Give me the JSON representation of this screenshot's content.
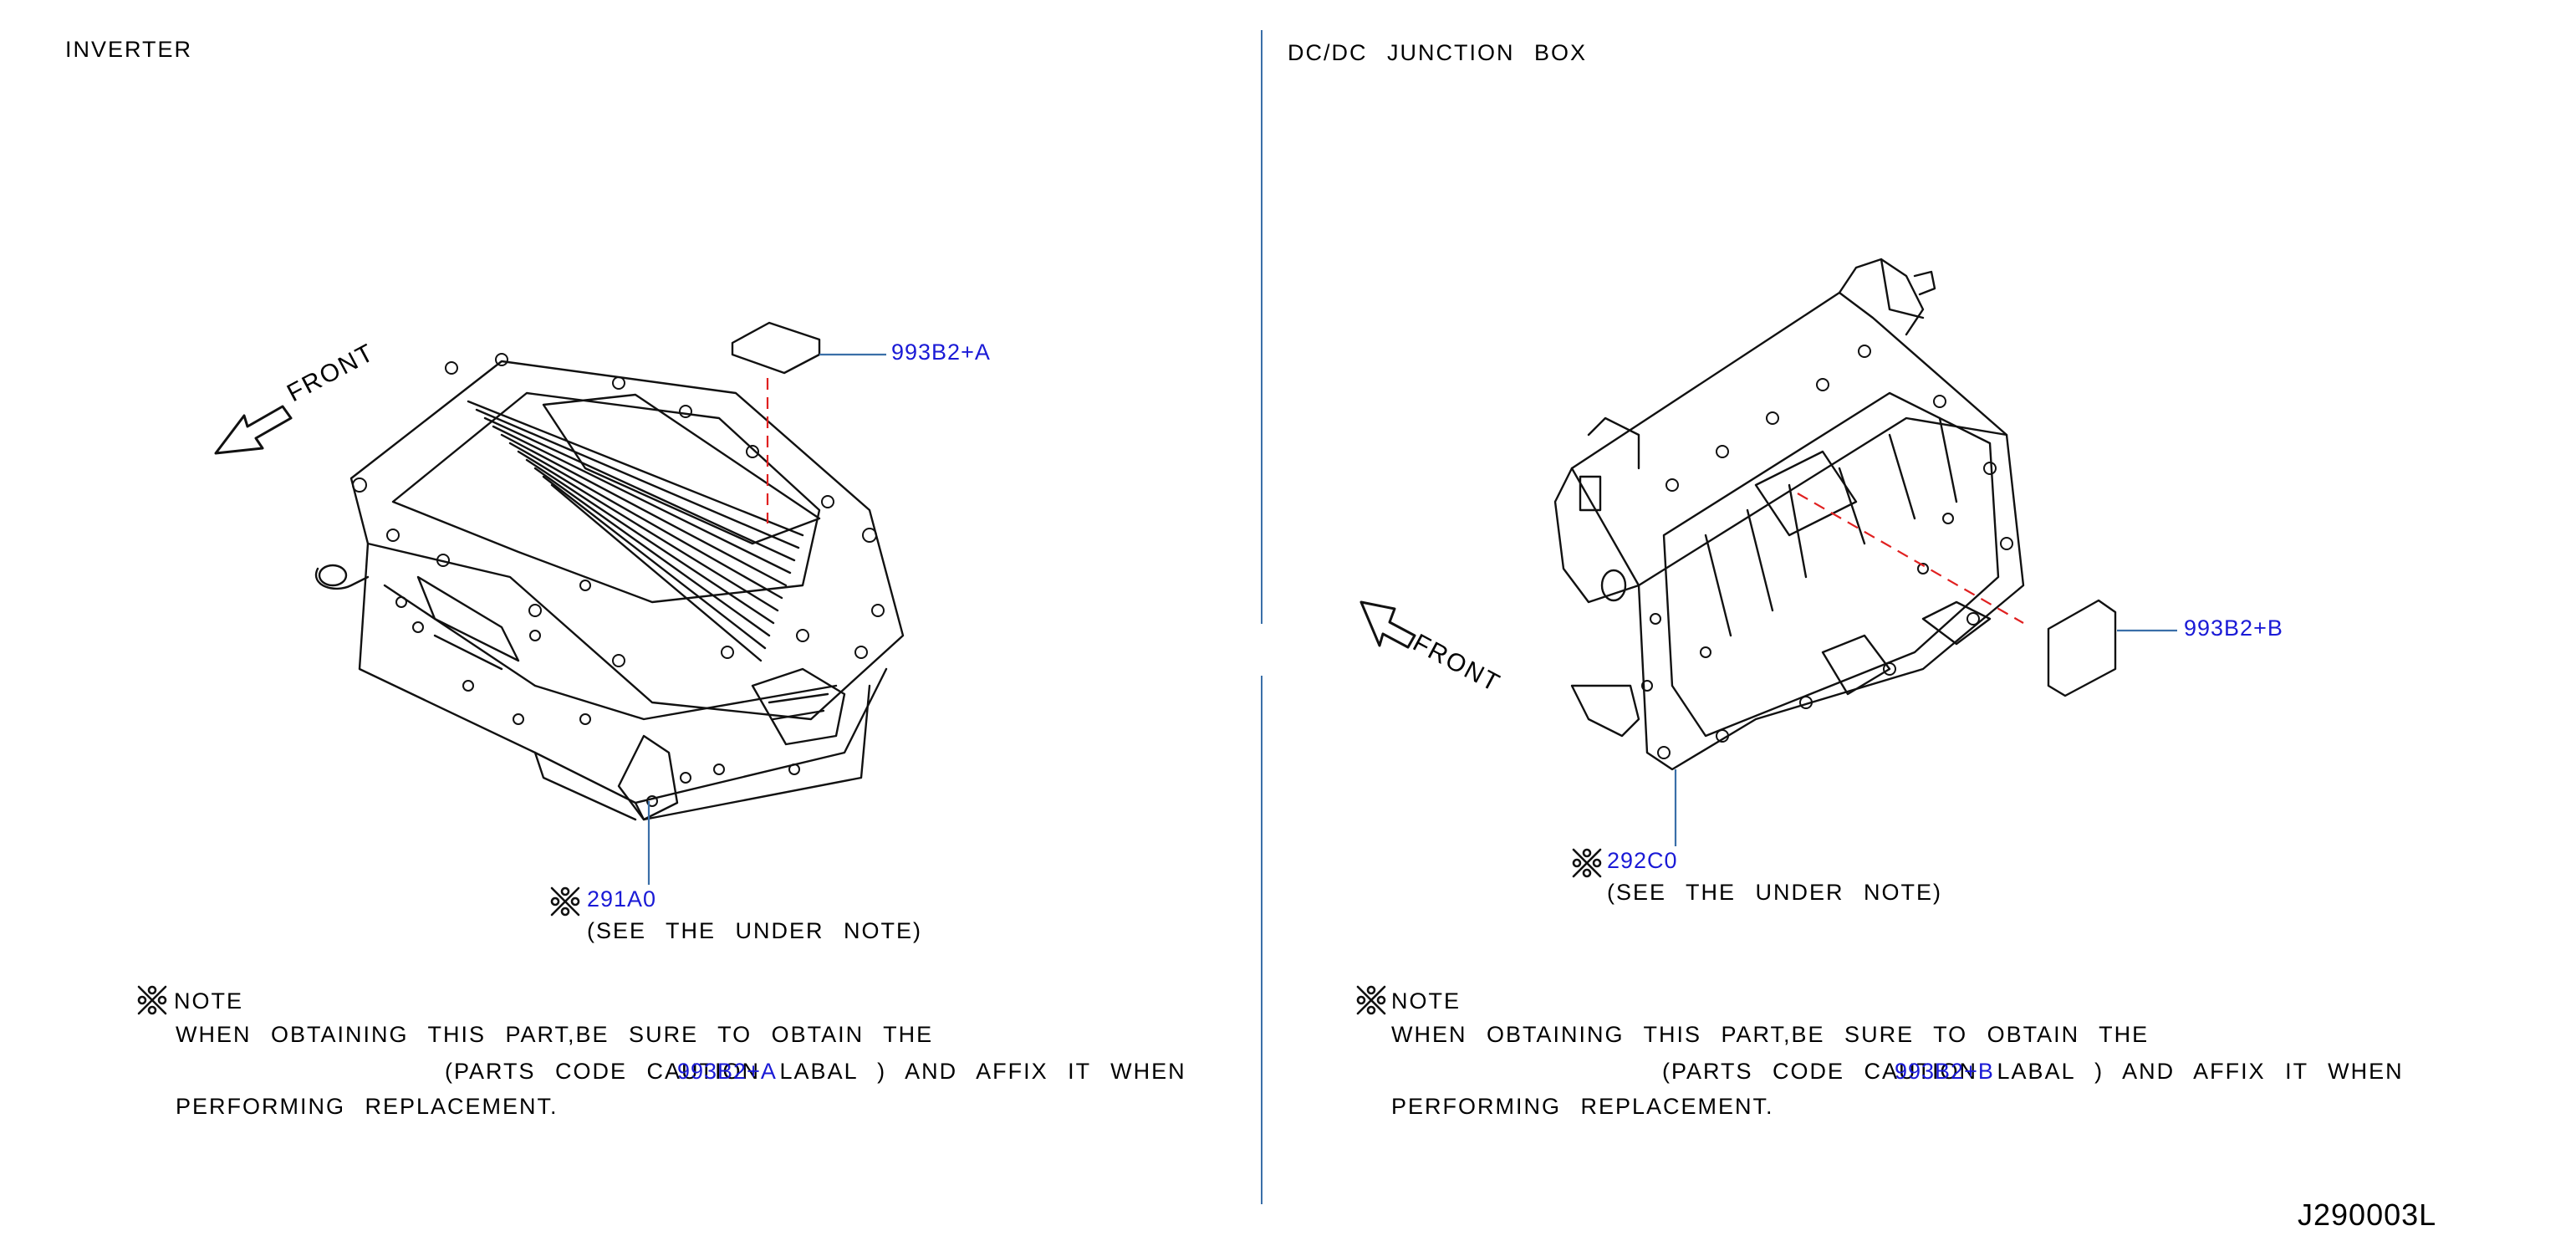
{
  "left": {
    "title": "INVERTER",
    "front_label": "FRONT",
    "label_part": "993B2+A",
    "main_part": "291A0",
    "see_note": "(SEE THE UNDER NOTE)",
    "note": {
      "heading": "NOTE",
      "line1": "WHEN OBTAINING THIS PART,BE SURE TO OBTAIN THE",
      "line2_pre": "(PARTS CODE CAUTION LABAL ) AND AFFIX IT WHEN",
      "line2_code": "993B2+A",
      "line3": "PERFORMING REPLACEMENT."
    }
  },
  "right": {
    "title": "DC/DC JUNCTION BOX",
    "front_label": "FRONT",
    "label_part": "993B2+B",
    "main_part": "292C0",
    "see_note": "(SEE THE UNDER NOTE)",
    "note": {
      "heading": "NOTE",
      "line1": "WHEN OBTAINING THIS PART,BE SURE TO OBTAIN THE",
      "line2_pre": "(PARTS CODE CAUTION LABAL ) AND AFFIX IT WHEN",
      "line2_code": "993B2+B",
      "line3": "PERFORMING REPLACEMENT."
    }
  },
  "diagram_id": "J290003L",
  "colors": {
    "callout": "#1a1ad6",
    "leader": "#3a6fa8",
    "dash": "#e02020"
  }
}
